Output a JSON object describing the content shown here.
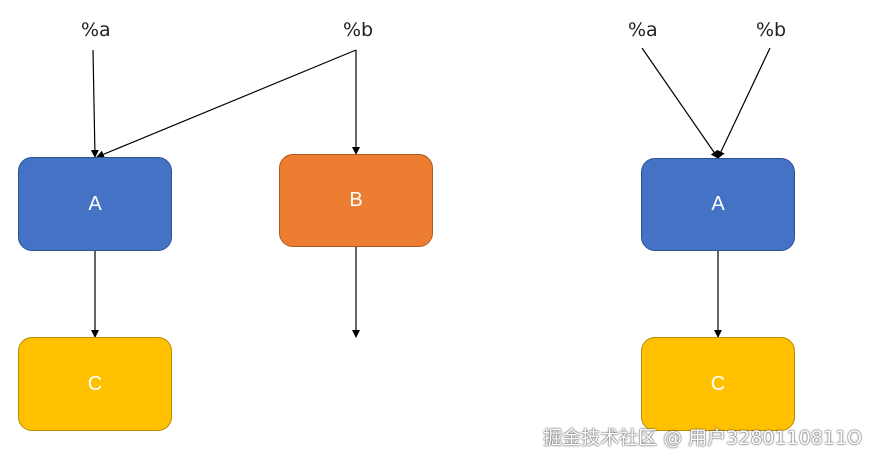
{
  "left_diagram": {
    "inputs": {
      "a": "%a",
      "b": "%b"
    },
    "nodes": {
      "A": "A",
      "B": "B",
      "C": "C"
    }
  },
  "right_diagram": {
    "inputs": {
      "a": "%a",
      "b": "%b"
    },
    "nodes": {
      "A": "A",
      "C": "C"
    }
  },
  "colors": {
    "blue": "#4472c4",
    "orange": "#ed7d31",
    "yellow": "#ffc000",
    "edge": "#000000"
  },
  "watermark": "掘金技术社区 @ 用户3280110811O"
}
